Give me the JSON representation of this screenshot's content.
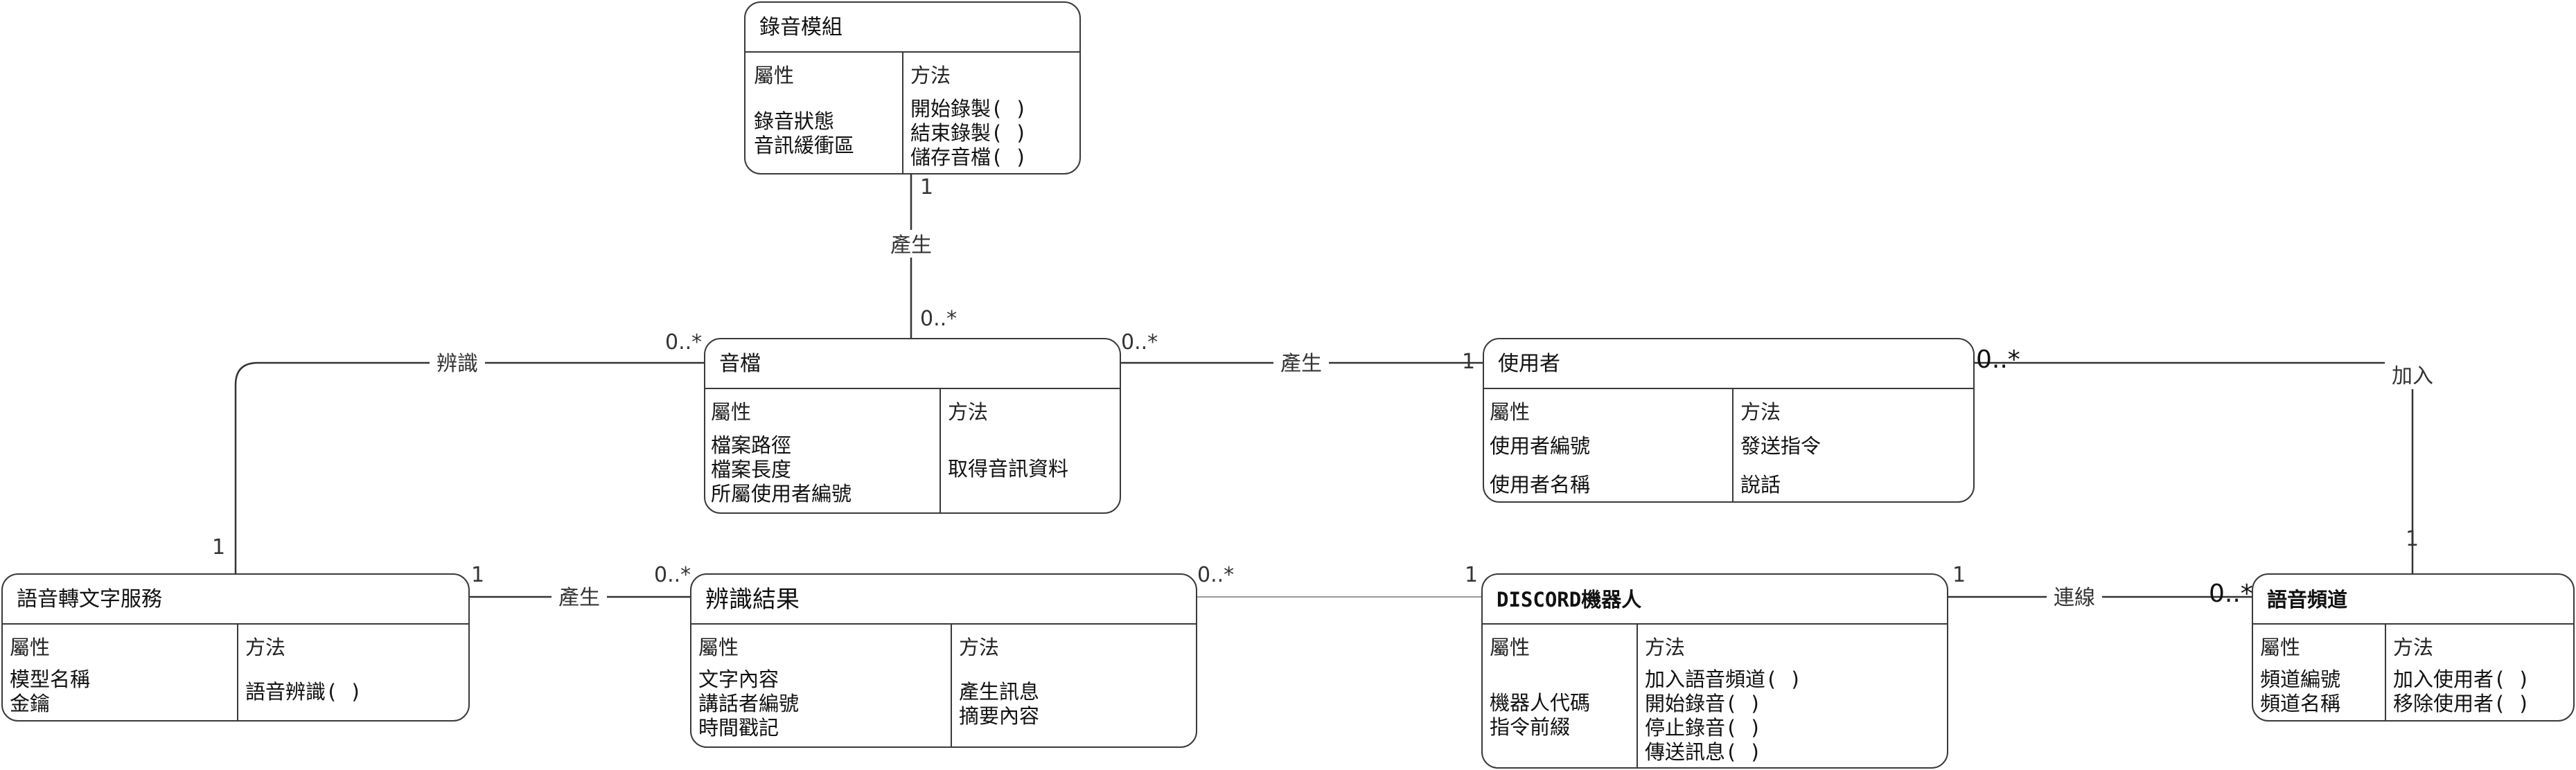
{
  "diagram": {
    "section_labels": {
      "attributes": "屬性",
      "methods": "方法"
    },
    "classes": {
      "recording_module": {
        "name": "錄音模組",
        "attributes": [
          "錄音狀態",
          "音訊緩衝區"
        ],
        "methods": [
          "開始錄製( )",
          "結束錄製( )",
          "儲存音檔( )"
        ]
      },
      "audio_file": {
        "name": "音檔",
        "attributes": [
          "檔案路徑",
          "檔案長度",
          "所屬使用者編號"
        ],
        "methods": [
          "取得音訊資料"
        ]
      },
      "user": {
        "name": "使用者",
        "attributes": [
          "使用者編號",
          "使用者名稱"
        ],
        "methods": [
          "發送指令",
          "說話"
        ]
      },
      "stt_service": {
        "name": "語音轉文字服務",
        "attributes": [
          "模型名稱",
          "金鑰"
        ],
        "methods": [
          "語音辨識( )"
        ]
      },
      "recognition_result": {
        "name": "辨識結果",
        "attributes": [
          "文字內容",
          "講話者編號",
          "時間戳記"
        ],
        "methods": [
          "產生訊息",
          "摘要內容"
        ]
      },
      "discord_bot": {
        "name": "DISCORD機器人",
        "attributes": [
          "機器人代碼",
          "指令前綴"
        ],
        "methods": [
          "加入語音頻道( )",
          "開始錄音( )",
          "停止錄音( )",
          "傳送訊息( )"
        ]
      },
      "voice_channel": {
        "name": "語音頻道",
        "attributes": [
          "頻道編號",
          "頻道名稱"
        ],
        "methods": [
          "加入使用者( )",
          "移除使用者( )"
        ]
      }
    },
    "relationships": [
      {
        "id": "rec-audio",
        "label": "產生",
        "source_mult": "1",
        "target_mult": "0..*"
      },
      {
        "id": "audio-user",
        "label": "產生",
        "source_mult": "0..*",
        "target_mult": "1"
      },
      {
        "id": "audio-stt",
        "label": "辨識",
        "source_mult": "0..*",
        "target_mult": "1"
      },
      {
        "id": "stt-result",
        "label": "產生",
        "source_mult": "1",
        "target_mult": "0..*"
      },
      {
        "id": "result-bot",
        "label": "",
        "source_mult": "0..*",
        "target_mult": "1"
      },
      {
        "id": "bot-channel",
        "label": "連線",
        "source_mult": "1",
        "target_mult": "0..*"
      },
      {
        "id": "user-channel",
        "label": "加入",
        "source_mult": "0..*",
        "target_mult": "1"
      }
    ]
  },
  "colors": {
    "border": "#3a3a3a",
    "line": "#333333",
    "light_line": "#9a9a9a",
    "text": "#111111"
  }
}
